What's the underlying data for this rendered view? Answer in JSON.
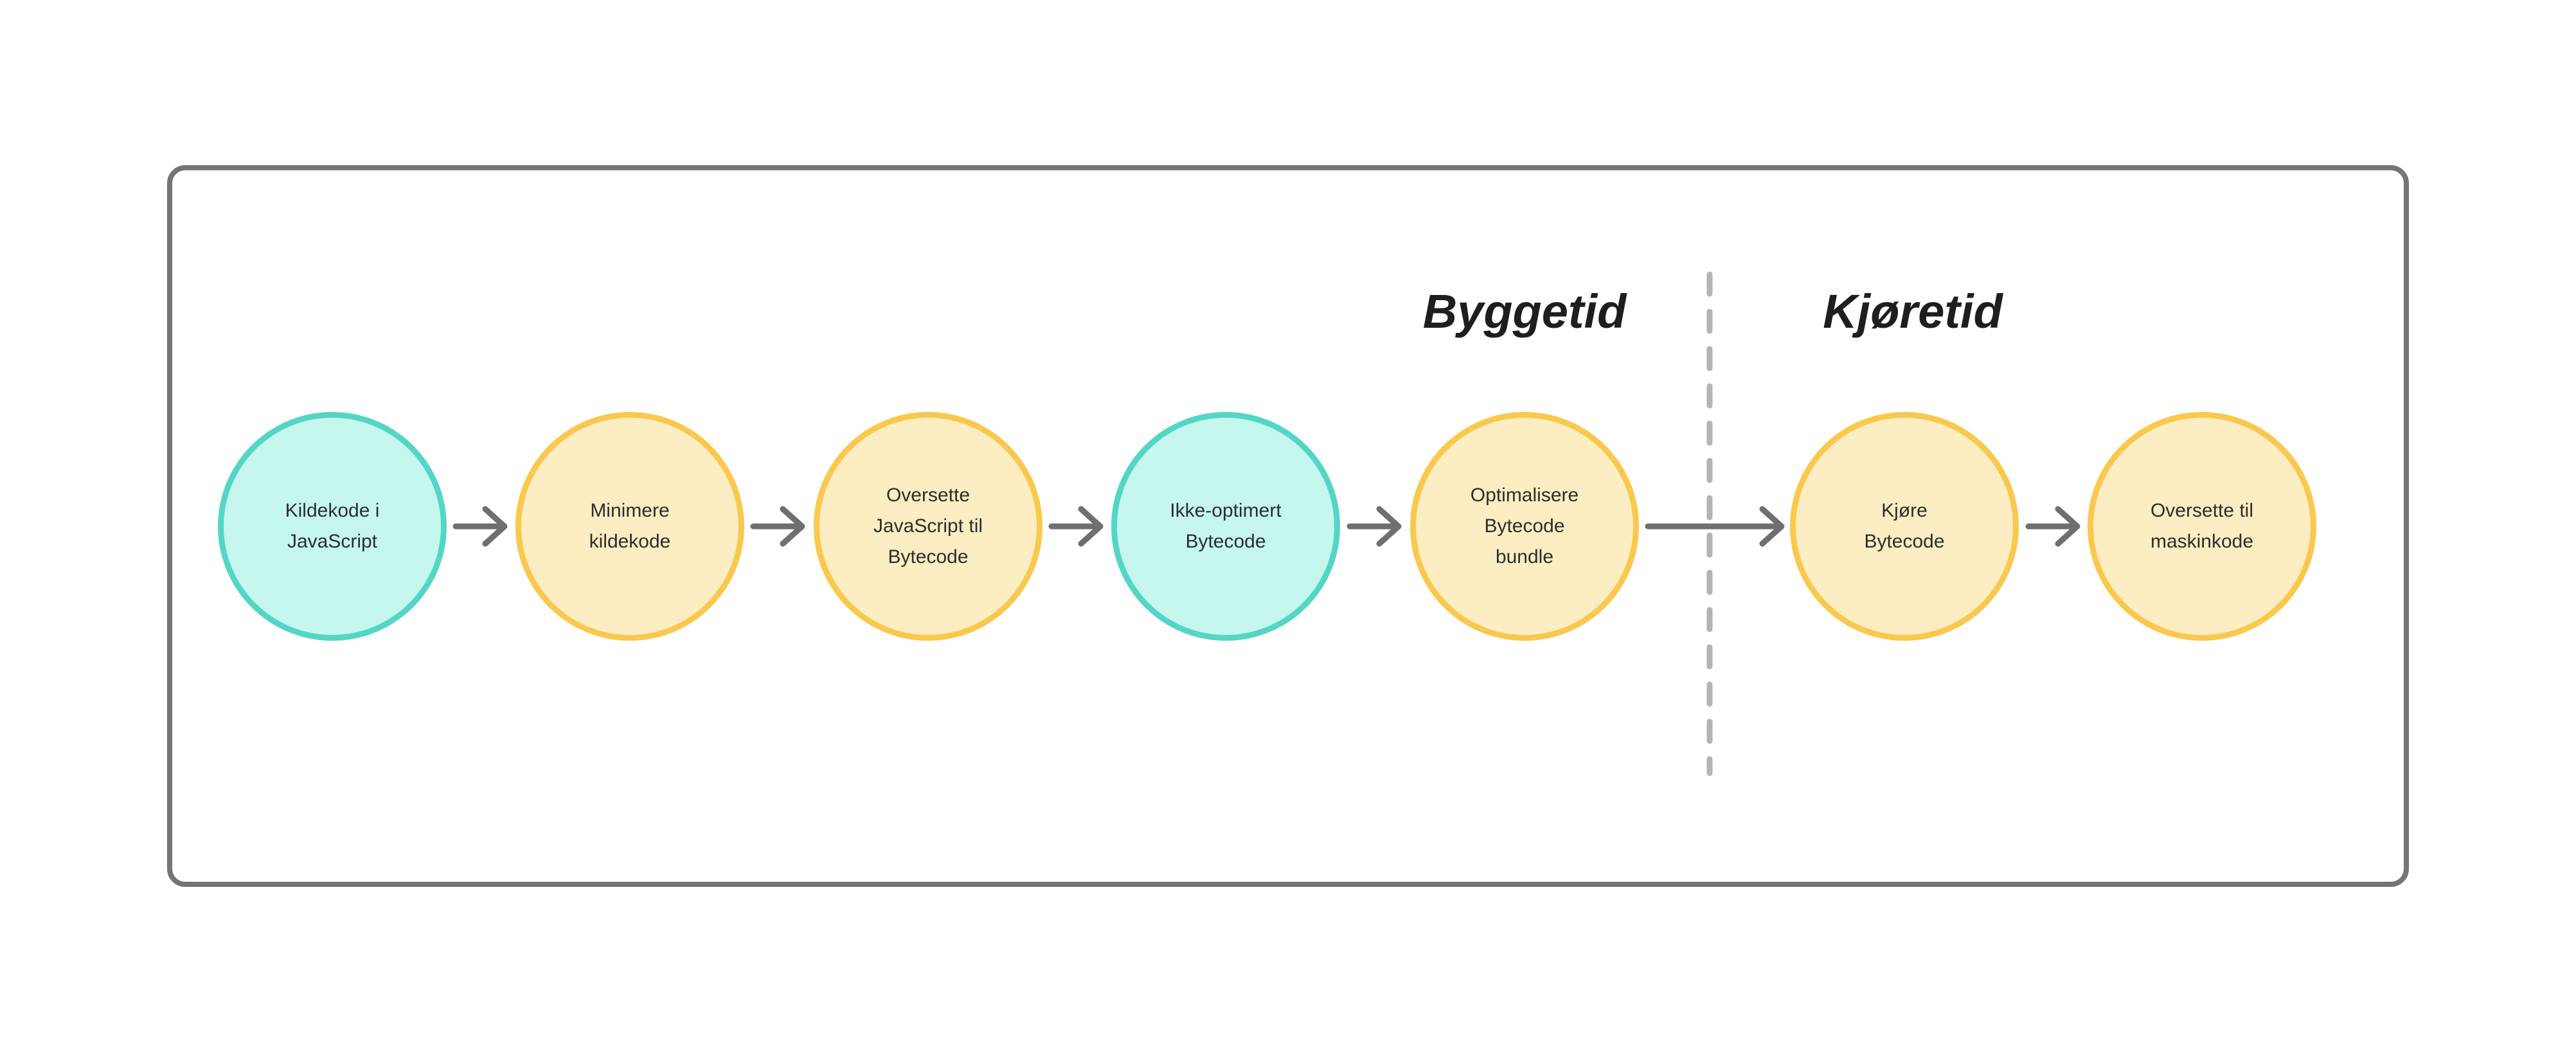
{
  "diagram": {
    "type": "flowchart",
    "description": "JavaScript build/run pipeline",
    "sections": [
      {
        "label": "Byggetid"
      },
      {
        "label": "Kjøretid"
      }
    ],
    "nodes": [
      {
        "label": "Kildekode i\nJavaScript",
        "kind": "teal"
      },
      {
        "label": "Minimere\nkildekode",
        "kind": "yellow"
      },
      {
        "label": "Oversette\nJavaScript til\nBytecode",
        "kind": "yellow"
      },
      {
        "label": "Ikke-optimert\nBytecode",
        "kind": "teal"
      },
      {
        "label": "Optimalisere\nBytecode\nbundle",
        "kind": "yellow"
      },
      {
        "label": "Kjøre\nBytecode",
        "kind": "yellow"
      },
      {
        "label": "Oversette til\nmaskinkode",
        "kind": "yellow"
      }
    ],
    "edges": [
      [
        0,
        1
      ],
      [
        1,
        2
      ],
      [
        2,
        3
      ],
      [
        3,
        4
      ],
      [
        4,
        5
      ],
      [
        5,
        6
      ]
    ],
    "divider_between_sections": true,
    "colors": {
      "teal_fill": "#c5f7ef",
      "teal_border": "#53d6c5",
      "yellow_fill": "#fcedc2",
      "yellow_border": "#fac84d",
      "arrow": "#6f6f6f",
      "text": "#2d2d2d",
      "title": "#1e1e1e",
      "frame_border": "#757575",
      "divider": "#b4b4b4"
    }
  }
}
